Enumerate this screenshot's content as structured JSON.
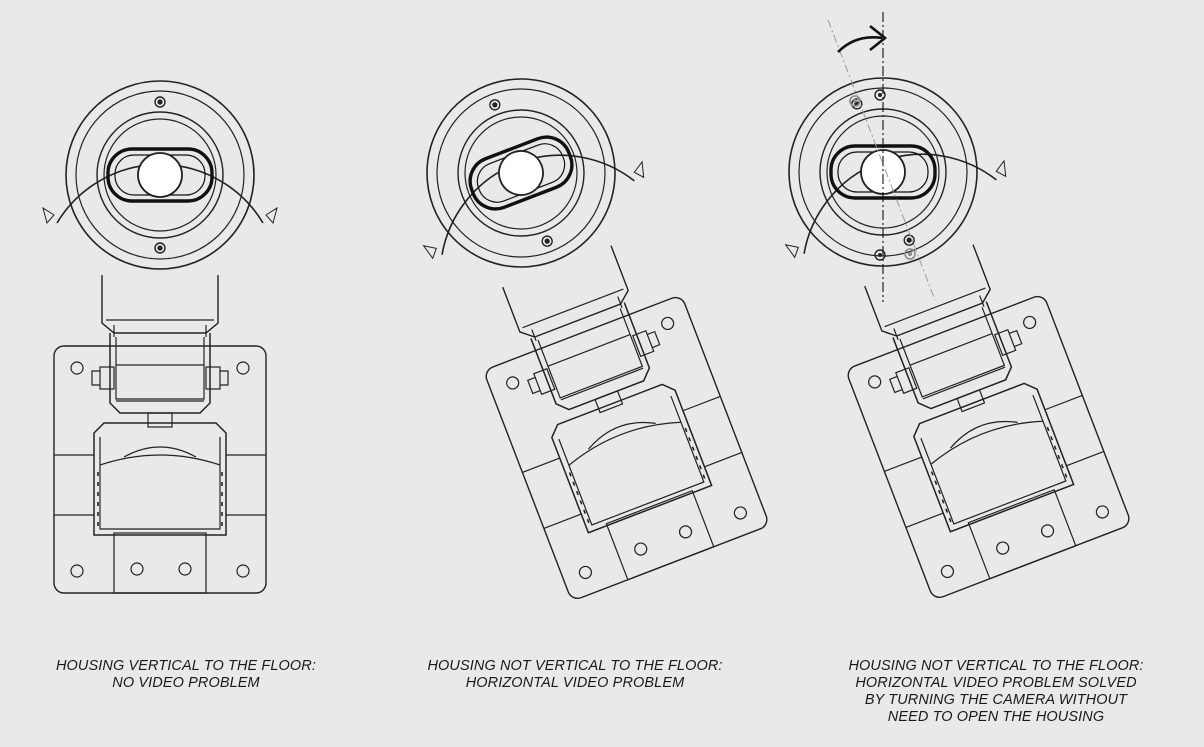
{
  "captions": [
    {
      "lines": [
        "HOUSING VERTICAL TO THE FLOOR:",
        "NO VIDEO PROBLEM"
      ]
    },
    {
      "lines": [
        "HOUSING NOT VERTICAL TO THE FLOOR:",
        "HORIZONTAL VIDEO PROBLEM"
      ]
    },
    {
      "lines": [
        "HOUSING NOT VERTICAL TO THE FLOOR:",
        "HORIZONTAL VIDEO PROBLEM SOLVED",
        "BY TURNING THE CAMERA WITHOUT",
        "NEED TO OPEN THE HOUSING"
      ]
    }
  ],
  "colors": {
    "background": "#e9e9e9",
    "line": "#222222",
    "ghost": "#8a8a8a"
  }
}
